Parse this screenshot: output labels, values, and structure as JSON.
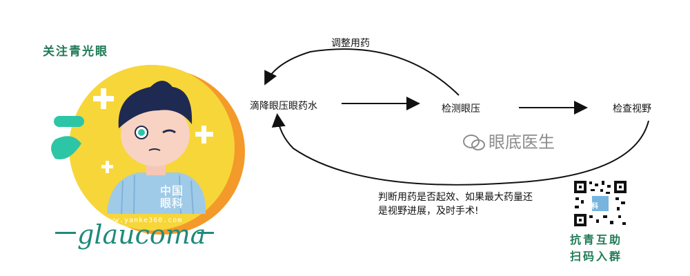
{
  "header": {
    "title": "关注青光眼"
  },
  "illustration": {
    "badge_line1": "中国",
    "badge_line2": "眼科",
    "website": "www.yanke360.com",
    "word": "glaucoma"
  },
  "flow": {
    "nodes": {
      "drops": "滴降眼压眼药水",
      "measure": "检测眼压",
      "field": "检查视野"
    },
    "loop_top_label": "调整用药",
    "loop_bottom_label_line1": "判断用药是否起效、如果最大药量还",
    "loop_bottom_label_line2": "是视野进展，及时手术!"
  },
  "watermark": {
    "text": "眼底医生",
    "icon": "wechat-icon"
  },
  "qr": {
    "badge": "中科",
    "caption_line1": "抗青互助",
    "caption_line2": "扫码入群"
  },
  "colors": {
    "accent_green": "#1f7a55",
    "circle_yellow": "#f7d63a",
    "circle_orange": "#f39a2a",
    "teal": "#2cc6a6",
    "shirt_blue": "#9fcbe8"
  }
}
